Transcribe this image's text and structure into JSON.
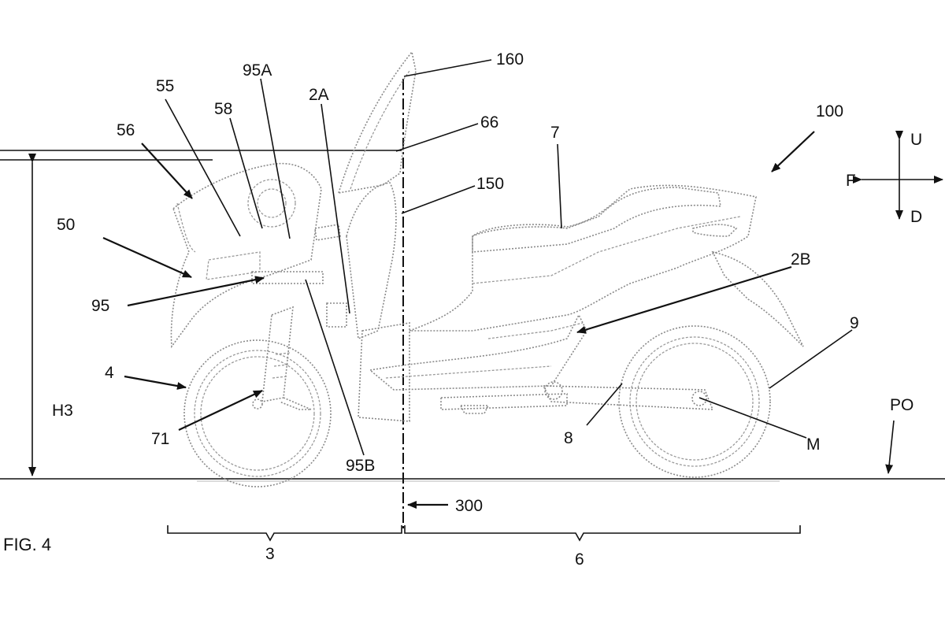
{
  "figure": {
    "title": "FIG. 4",
    "labels": {
      "l160": "160",
      "l100": "100",
      "l95A": "95A",
      "l2A": "2A",
      "l66": "66",
      "l55": "55",
      "l58": "58",
      "l56": "56",
      "l7": "7",
      "l150": "150",
      "l50": "50",
      "l2B": "2B",
      "l95": "95",
      "l9": "9",
      "l4": "4",
      "lH3": "H3",
      "lPO": "PO",
      "l71": "71",
      "l8": "8",
      "lM": "M",
      "l95B": "95B",
      "l300": "300",
      "l3": "3",
      "l6": "6"
    },
    "direction_axes": {
      "up": "U",
      "down": "D",
      "front": "F"
    }
  }
}
